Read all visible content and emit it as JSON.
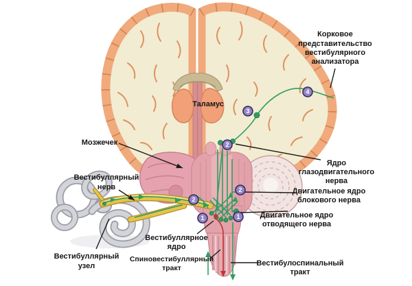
{
  "figure": {
    "description": "Схема проводящих путей вестибулярного анализатора (коронарный срез мозга)"
  },
  "labels": {
    "cortical": [
      "Корковое",
      "представительство",
      "вестибулярного",
      "анализатора"
    ],
    "thalamus": [
      "Таламус"
    ],
    "cerebellum": [
      "Мозжечек"
    ],
    "vestibular_nerve": [
      "Вестибуллярный",
      "нерв"
    ],
    "vestibular_ganglion": [
      "Вестибуллярный",
      "узел"
    ],
    "oculomotor_nucleus": [
      "Ядро",
      "глазодвигательного",
      "нерва"
    ],
    "trochlear_nucleus": [
      "Двигательное ядро",
      "блокового нерва"
    ],
    "abducens_nucleus": [
      "Двигательное ядро",
      "отводящего нерва"
    ],
    "vestibular_nucleus": [
      "Вестибуллярное",
      "ядро"
    ],
    "spinovestibular_tract": [
      "Спиновестибуллярный",
      "тракт"
    ],
    "vestibulospinal_tract": [
      "Вестибулоспинальный",
      "тракт"
    ]
  },
  "badges": [
    "4",
    "3",
    "2",
    "2",
    "2",
    "1",
    "1"
  ],
  "colors": {
    "pathway_green": "#2f9e5f",
    "nerve_yellow": "#e6c34d",
    "nerve_outline": "#b3922e",
    "badge_fill": "#9486c4",
    "badge_border": "#332b5e",
    "arrow_red": "#c23434",
    "cortex": "#f0aa7c",
    "white_matter": "#f2ecd2",
    "brainstem": "#e3a2aa",
    "cerebellum_left": "#e6a2ae",
    "thalamus": "#f1a077",
    "inner_ear_gray": "#d3d4da",
    "label_text": "#161616"
  }
}
